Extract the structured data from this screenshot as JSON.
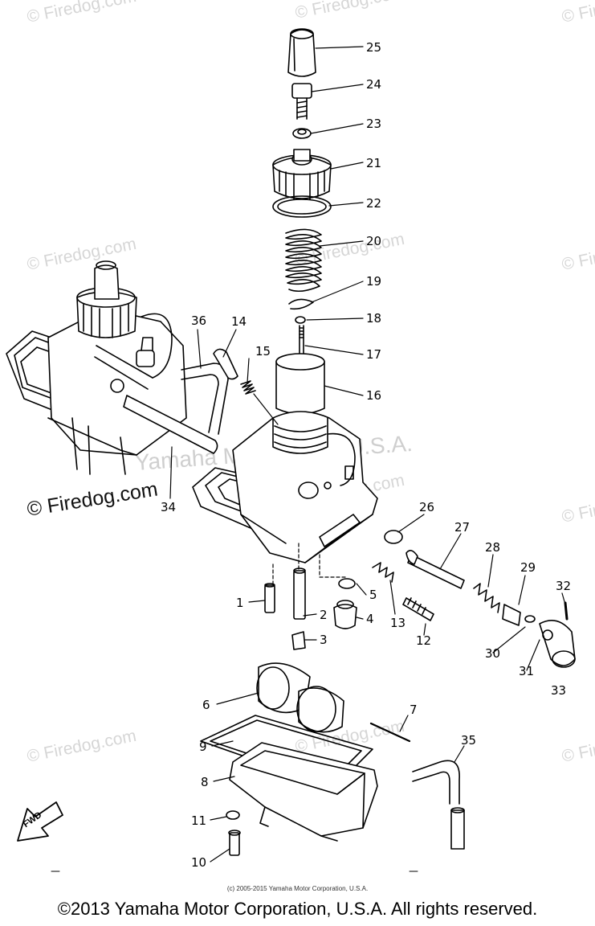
{
  "watermarks": [
    "© Firedog.com",
    "© Firedog.com",
    "© Firedog.com",
    "© Firedog.com",
    "© Firedog.com",
    "© Firedog.com",
    "© Firedog.com",
    "© Firedog.com",
    "© Firedog.com",
    "© Firedog.com",
    "© Firedog.com",
    "© Firedog.com"
  ],
  "watermark_prominent": "© Firedog.com",
  "watermark_center": "Yamaha Motor Corp. U.S.A.",
  "fwd_label": "FWD",
  "small_copyright": "(c) 2005-2015 Yamaha Motor Corporation, U.S.A.",
  "footer_copyright": "©2013 Yamaha Motor Corporation, U.S.A. All rights reserved.",
  "callouts": [
    {
      "number": "25",
      "part": "cap"
    },
    {
      "number": "24",
      "part": "cable-adjuster"
    },
    {
      "number": "23",
      "part": "nut"
    },
    {
      "number": "21",
      "part": "mixing-chamber-top"
    },
    {
      "number": "22",
      "part": "gasket"
    },
    {
      "number": "20",
      "part": "throttle-spring"
    },
    {
      "number": "19",
      "part": "clip"
    },
    {
      "number": "18",
      "part": "clip"
    },
    {
      "number": "17",
      "part": "needle"
    },
    {
      "number": "16",
      "part": "throttle-valve"
    },
    {
      "number": "15",
      "part": "spring"
    },
    {
      "number": "14",
      "part": "plunger"
    },
    {
      "number": "36",
      "part": "pipe"
    },
    {
      "number": "34",
      "part": "overflow-pipe"
    },
    {
      "number": "26",
      "part": "o-ring"
    },
    {
      "number": "27",
      "part": "starter-plunger"
    },
    {
      "number": "28",
      "part": "spring"
    },
    {
      "number": "29",
      "part": "nut"
    },
    {
      "number": "32",
      "part": "pin"
    },
    {
      "number": "30",
      "part": "washer"
    },
    {
      "number": "31",
      "part": "lever"
    },
    {
      "number": "33",
      "part": "knob"
    },
    {
      "number": "1",
      "part": "pilot-jet"
    },
    {
      "number": "2",
      "part": "needle-jet"
    },
    {
      "number": "3",
      "part": "main-jet"
    },
    {
      "number": "4",
      "part": "valve-seat"
    },
    {
      "number": "5",
      "part": "washer"
    },
    {
      "number": "13",
      "part": "spring"
    },
    {
      "number": "12",
      "part": "air-screw"
    },
    {
      "number": "6",
      "part": "float"
    },
    {
      "number": "7",
      "part": "float-pin"
    },
    {
      "number": "9",
      "part": "float-chamber-gasket"
    },
    {
      "number": "8",
      "part": "float-chamber"
    },
    {
      "number": "35",
      "part": "hose"
    },
    {
      "number": "11",
      "part": "washer"
    },
    {
      "number": "10",
      "part": "screw"
    }
  ]
}
